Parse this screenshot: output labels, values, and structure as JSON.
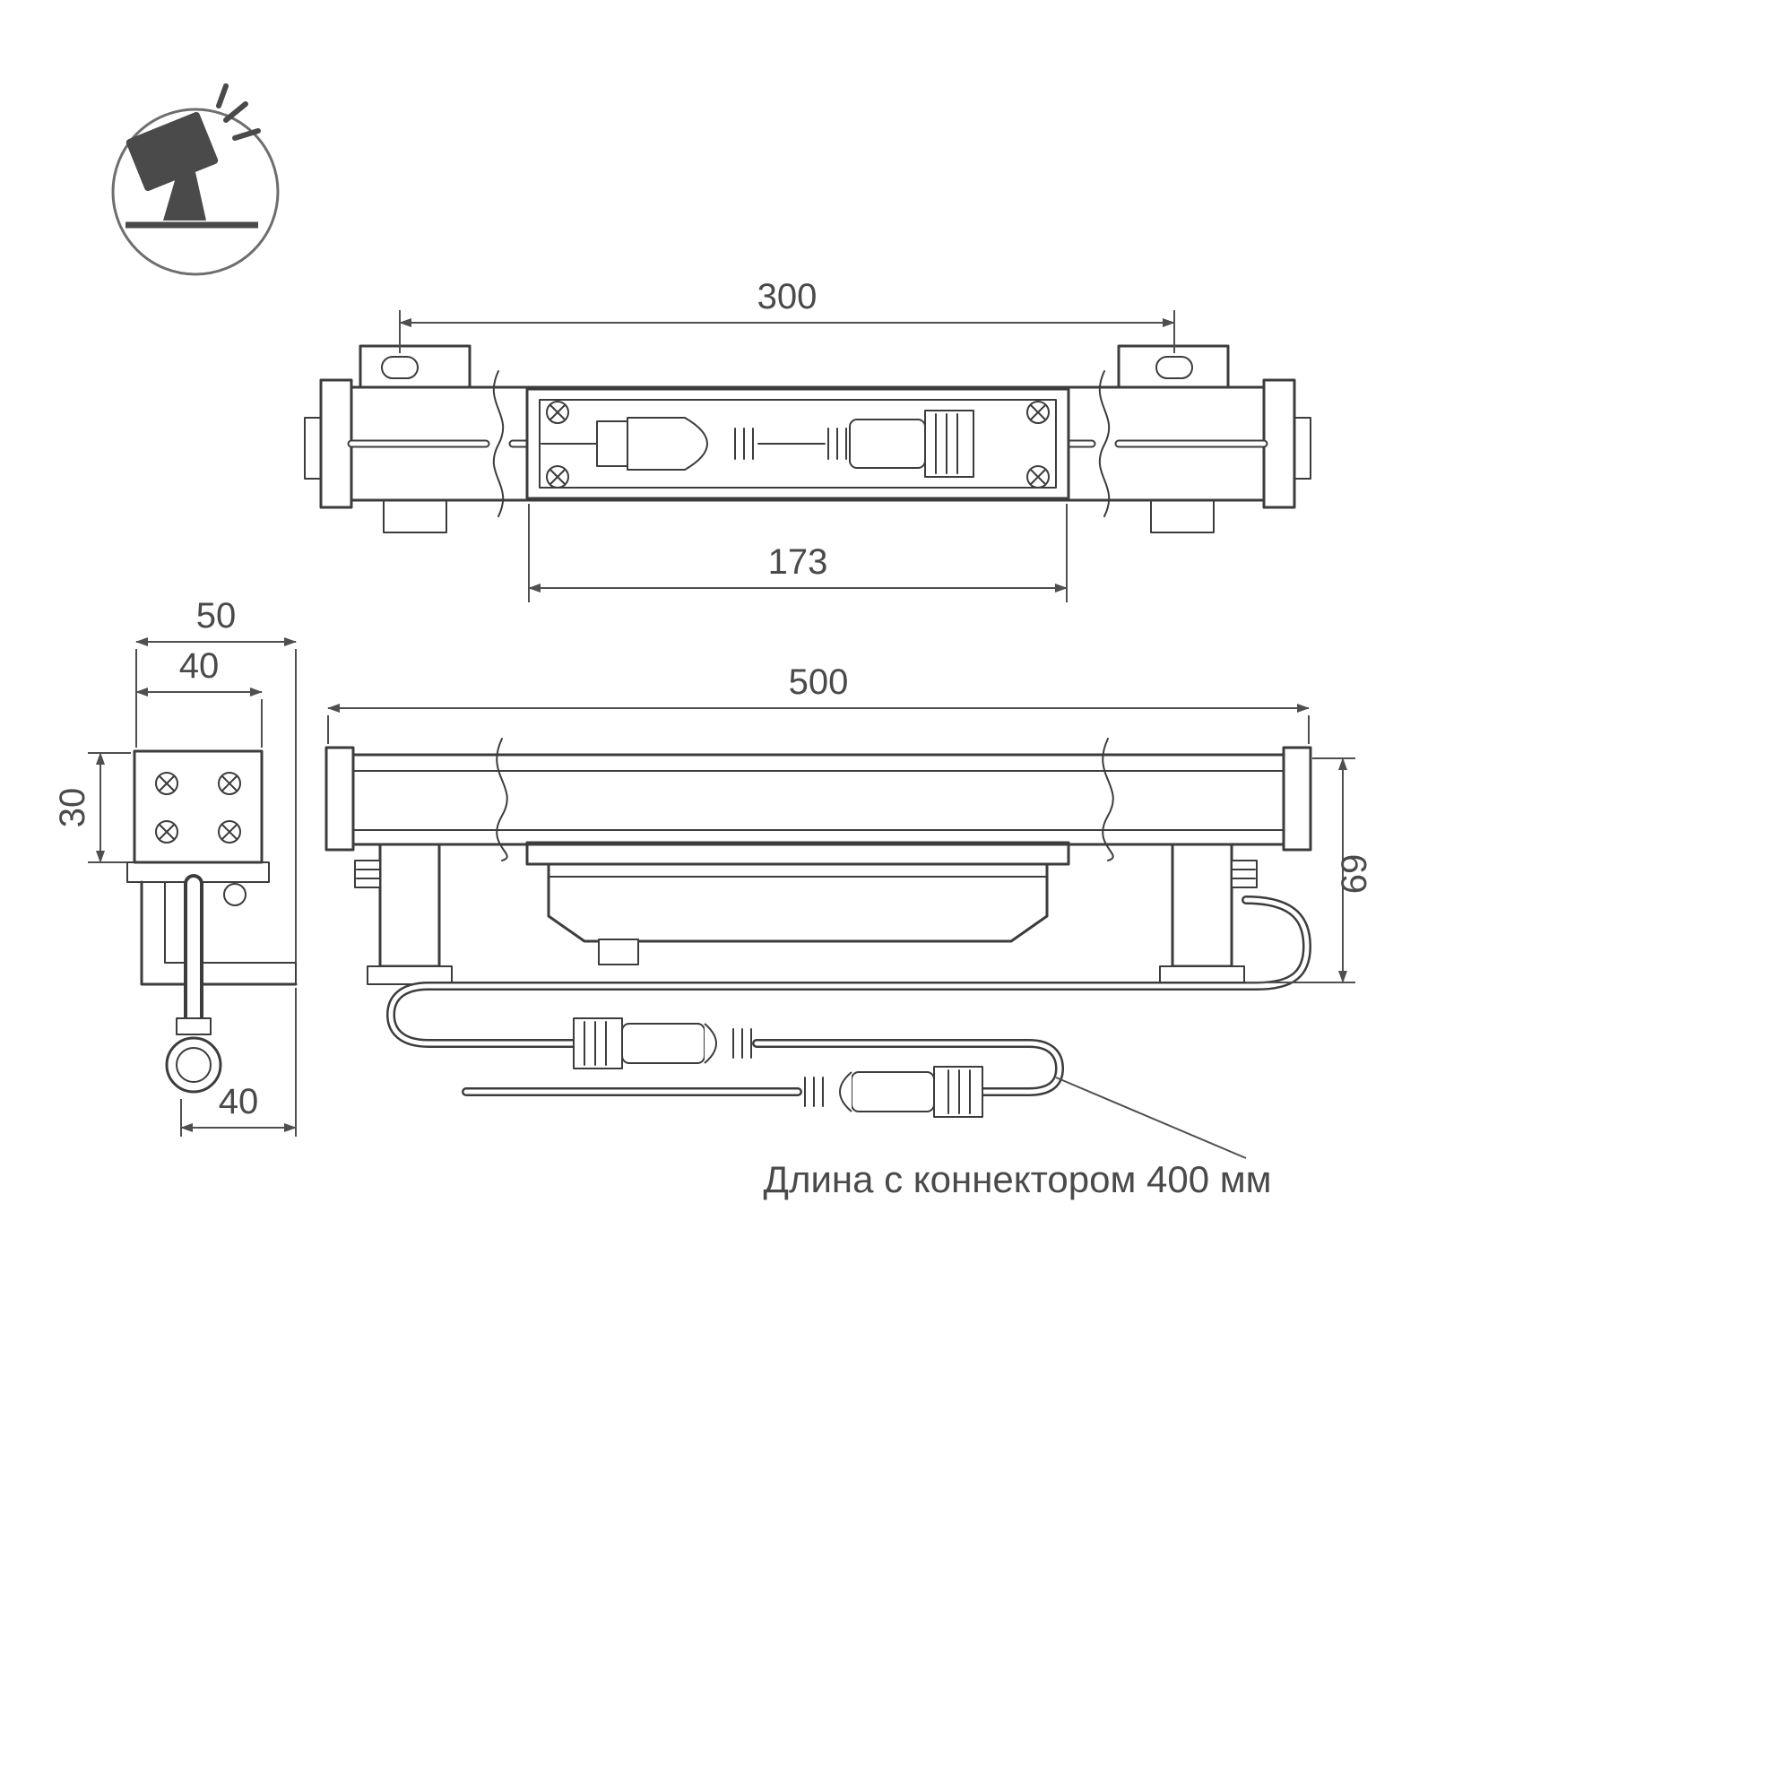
{
  "drawing": {
    "title": "luminaire-dimension-drawing",
    "colors": {
      "line": "#3c3c3c",
      "dimension": "#4f4f4f",
      "icon": "#4a4a4a",
      "background": "#ffffff"
    },
    "icon": {
      "name": "spotlight"
    },
    "dims": {
      "d300": "300",
      "d173": "173",
      "d50": "50",
      "d40_top": "40",
      "d30": "30",
      "d40_bottom": "40",
      "d500": "500",
      "d69": "69"
    },
    "note": {
      "text": "Длина с коннектором 400 мм"
    }
  }
}
